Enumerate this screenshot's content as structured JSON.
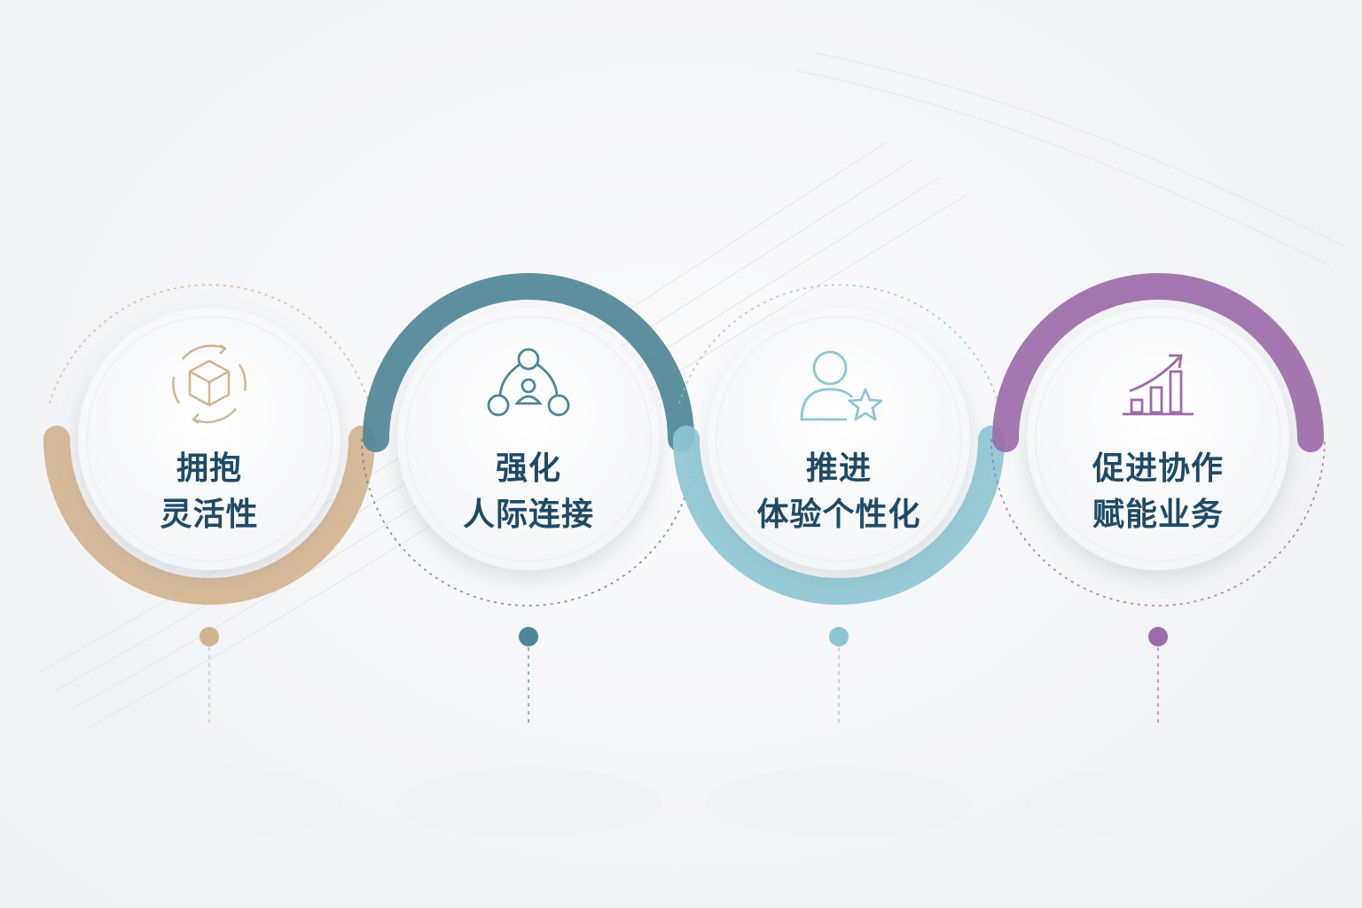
{
  "steps": [
    {
      "line1": "拥抱",
      "line2": "灵活性",
      "icon": "cube-cycle-icon",
      "color": "#d2b390",
      "arc_position": "bottom"
    },
    {
      "line1": "强化",
      "line2": "人际连接",
      "icon": "people-network-icon",
      "color": "#4f8597",
      "arc_position": "top"
    },
    {
      "line1": "推进",
      "line2": "体验个性化",
      "icon": "user-star-icon",
      "color": "#8ec5d3",
      "arc_position": "bottom"
    },
    {
      "line1": "促进协作",
      "line2": "赋能业务",
      "icon": "growth-chart-icon",
      "color": "#9c6ba9",
      "arc_position": "top"
    }
  ],
  "text_color": "#1f4a66"
}
